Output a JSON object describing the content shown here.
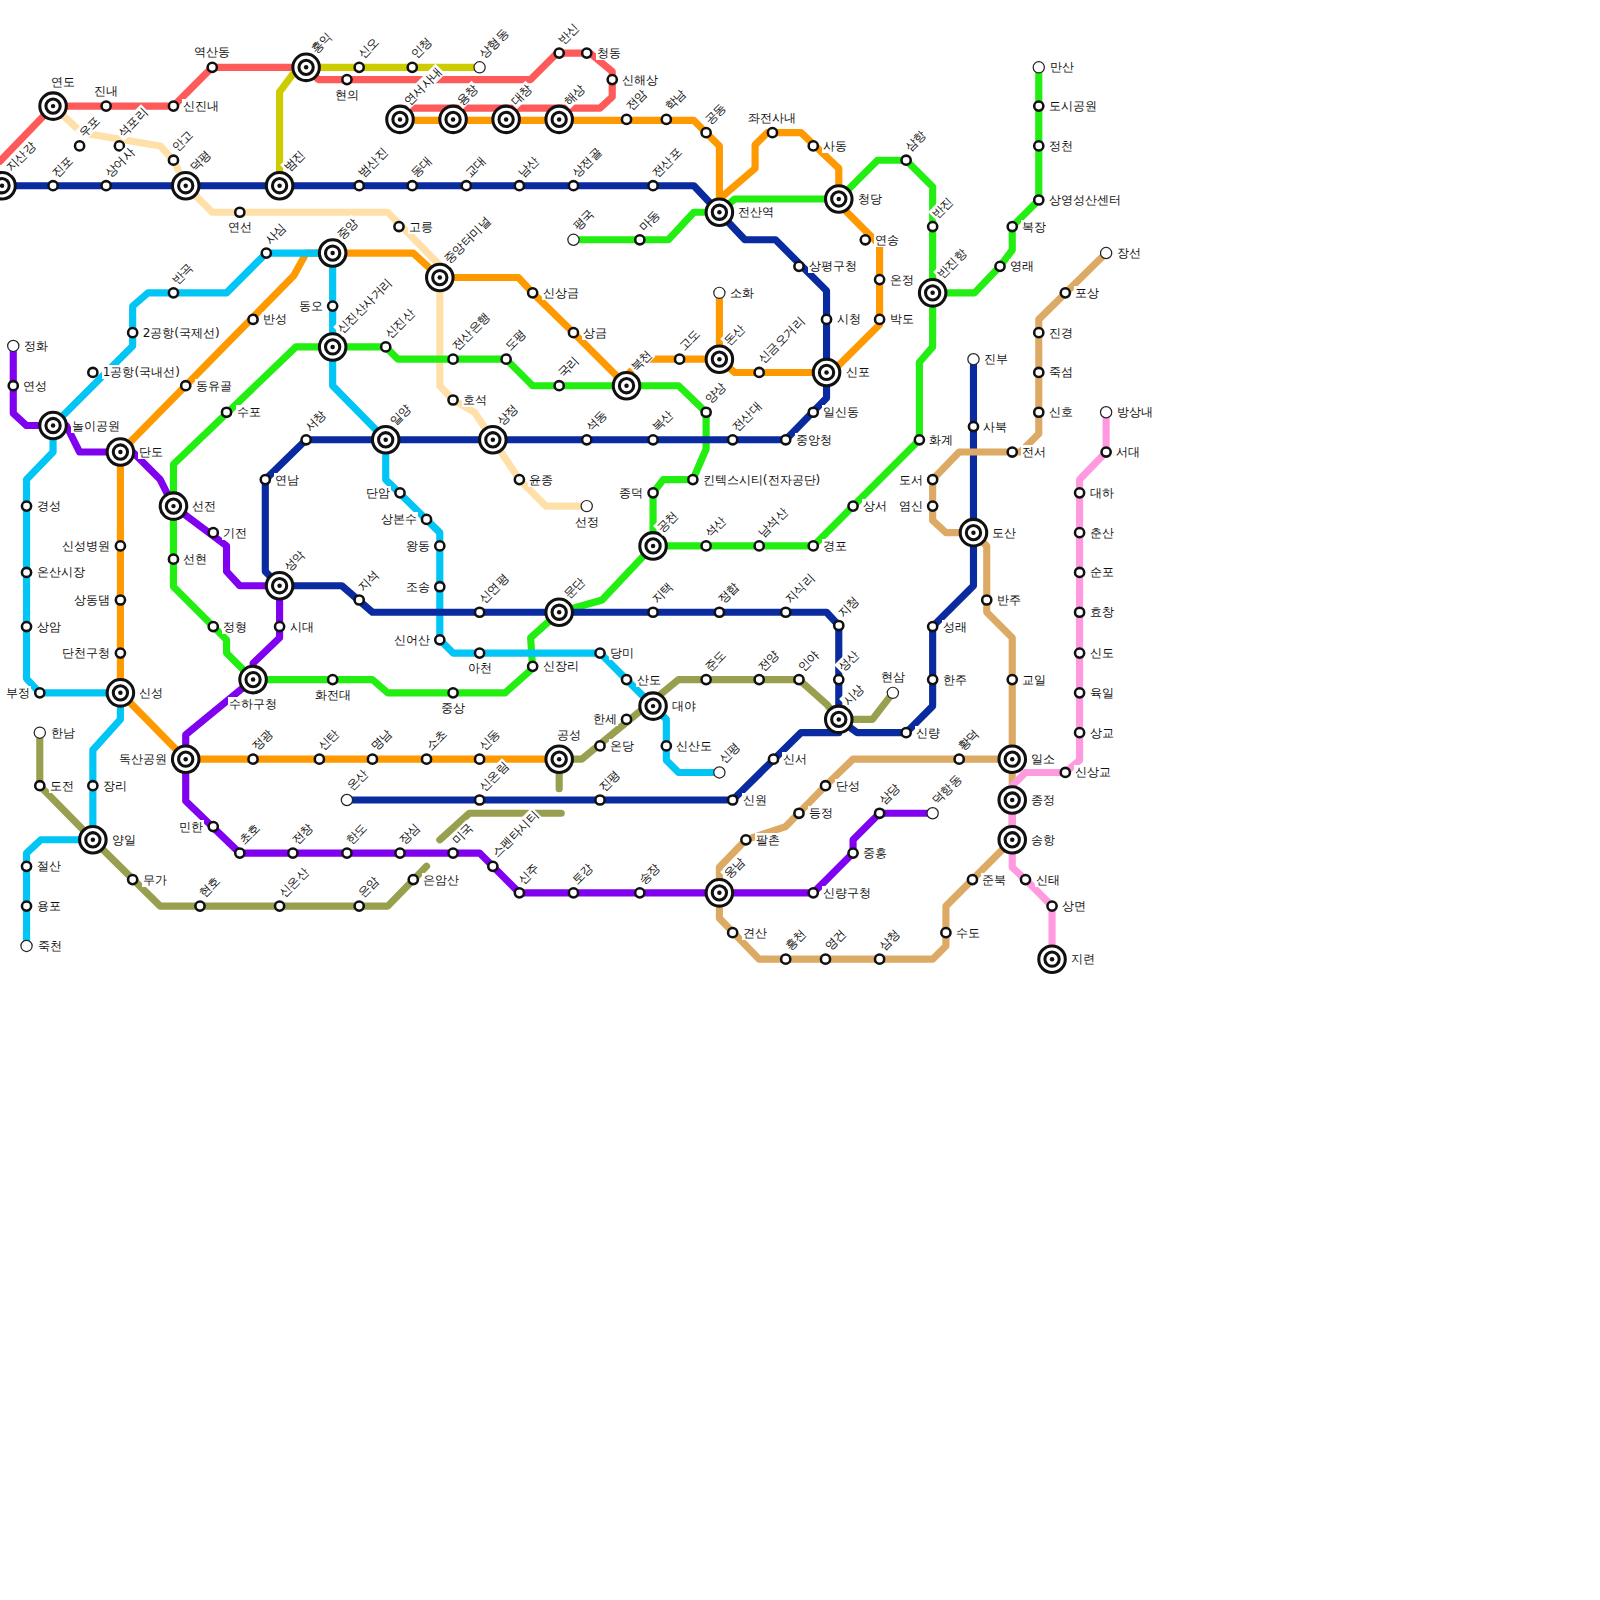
{
  "diagram": {
    "labels": [
      "지산강",
      "진포",
      "상어사",
      "덕평",
      "범진",
      "범산진",
      "동대",
      "교대",
      "남산",
      "상전골",
      "전산포",
      "전산역",
      "연도",
      "진내",
      "신진내",
      "역산동",
      "홍익",
      "현의",
      "신오",
      "인청",
      "상형동",
      "반신",
      "청동",
      "신해상",
      "연서사내",
      "용창",
      "대창",
      "해상",
      "전암",
      "학남",
      "공동",
      "좌전사내",
      "사동",
      "청당",
      "삼항",
      "반진",
      "반진항",
      "연송",
      "온정",
      "박도",
      "시청",
      "상평구청",
      "신포",
      "신금오거리",
      "돈산",
      "소화",
      "고도",
      "북천",
      "평국",
      "마동",
      "만산",
      "도시공원",
      "정천",
      "상영성산센터",
      "복장",
      "영래",
      "장선",
      "포상",
      "진경",
      "죽섬",
      "신호",
      "전서",
      "진부",
      "사북",
      "화계",
      "도서",
      "염신",
      "도산",
      "상서",
      "경포",
      "남석산",
      "석산",
      "공천",
      "킨텍스시티(전자공단)",
      "종덕",
      "양상",
      "전산대",
      "중앙청",
      "일신동",
      "복산",
      "석동",
      "상정",
      "윤종",
      "선정",
      "호석",
      "국리",
      "도평",
      "전산은행",
      "신진산",
      "신진산사거리",
      "동오",
      "중앙터미널",
      "신상금",
      "상금",
      "고릉",
      "연선",
      "중앙",
      "사심",
      "우포",
      "석포리",
      "안고",
      "반곡",
      "2공항(국제선)",
      "1공항(국내선)",
      "반성",
      "동유골",
      "수포",
      "정화",
      "연성",
      "놀이공원",
      "단도",
      "일양",
      "서창",
      "연남",
      "선전",
      "기전",
      "선현",
      "경성",
      "신성병원",
      "온산시장",
      "상동댐",
      "상암",
      "단천구청",
      "부정",
      "신성",
      "단암",
      "상본수",
      "왕동",
      "조송",
      "신어산",
      "아천",
      "성악",
      "지석",
      "시대",
      "정형",
      "수하구청",
      "화전대",
      "중상",
      "신장리",
      "신연평",
      "문단",
      "지택",
      "정합",
      "지식리",
      "지청",
      "성산",
      "시상",
      "현삼",
      "신량",
      "한주",
      "성래",
      "반주",
      "교일",
      "당미",
      "산도",
      "대야",
      "한세",
      "온당",
      "신산도",
      "신평",
      "준도",
      "전양",
      "인야",
      "공성",
      "한남",
      "도전",
      "장리",
      "양일",
      "절산",
      "용포",
      "죽천",
      "무가",
      "현호",
      "신온산",
      "은암",
      "은암산",
      "독산공원",
      "정광",
      "신탄",
      "명남",
      "소초",
      "신동",
      "온산",
      "신온림",
      "진평",
      "신원",
      "신서",
      "민한",
      "초호",
      "전창",
      "한도",
      "장심",
      "미국",
      "스펜타시티",
      "신주",
      "토강",
      "송장",
      "웅남",
      "신량구청",
      "중흥",
      "삼당",
      "덕항동",
      "팔촌",
      "등정",
      "단성",
      "황덕",
      "일소",
      "종정",
      "송항",
      "준북",
      "수도",
      "삼청",
      "영건",
      "흥천",
      "견산",
      "신태",
      "상면",
      "지련",
      "방상내",
      "서대",
      "대하",
      "춘산",
      "순포",
      "효창",
      "신도",
      "육일",
      "상교",
      "신상교"
    ]
  }
}
